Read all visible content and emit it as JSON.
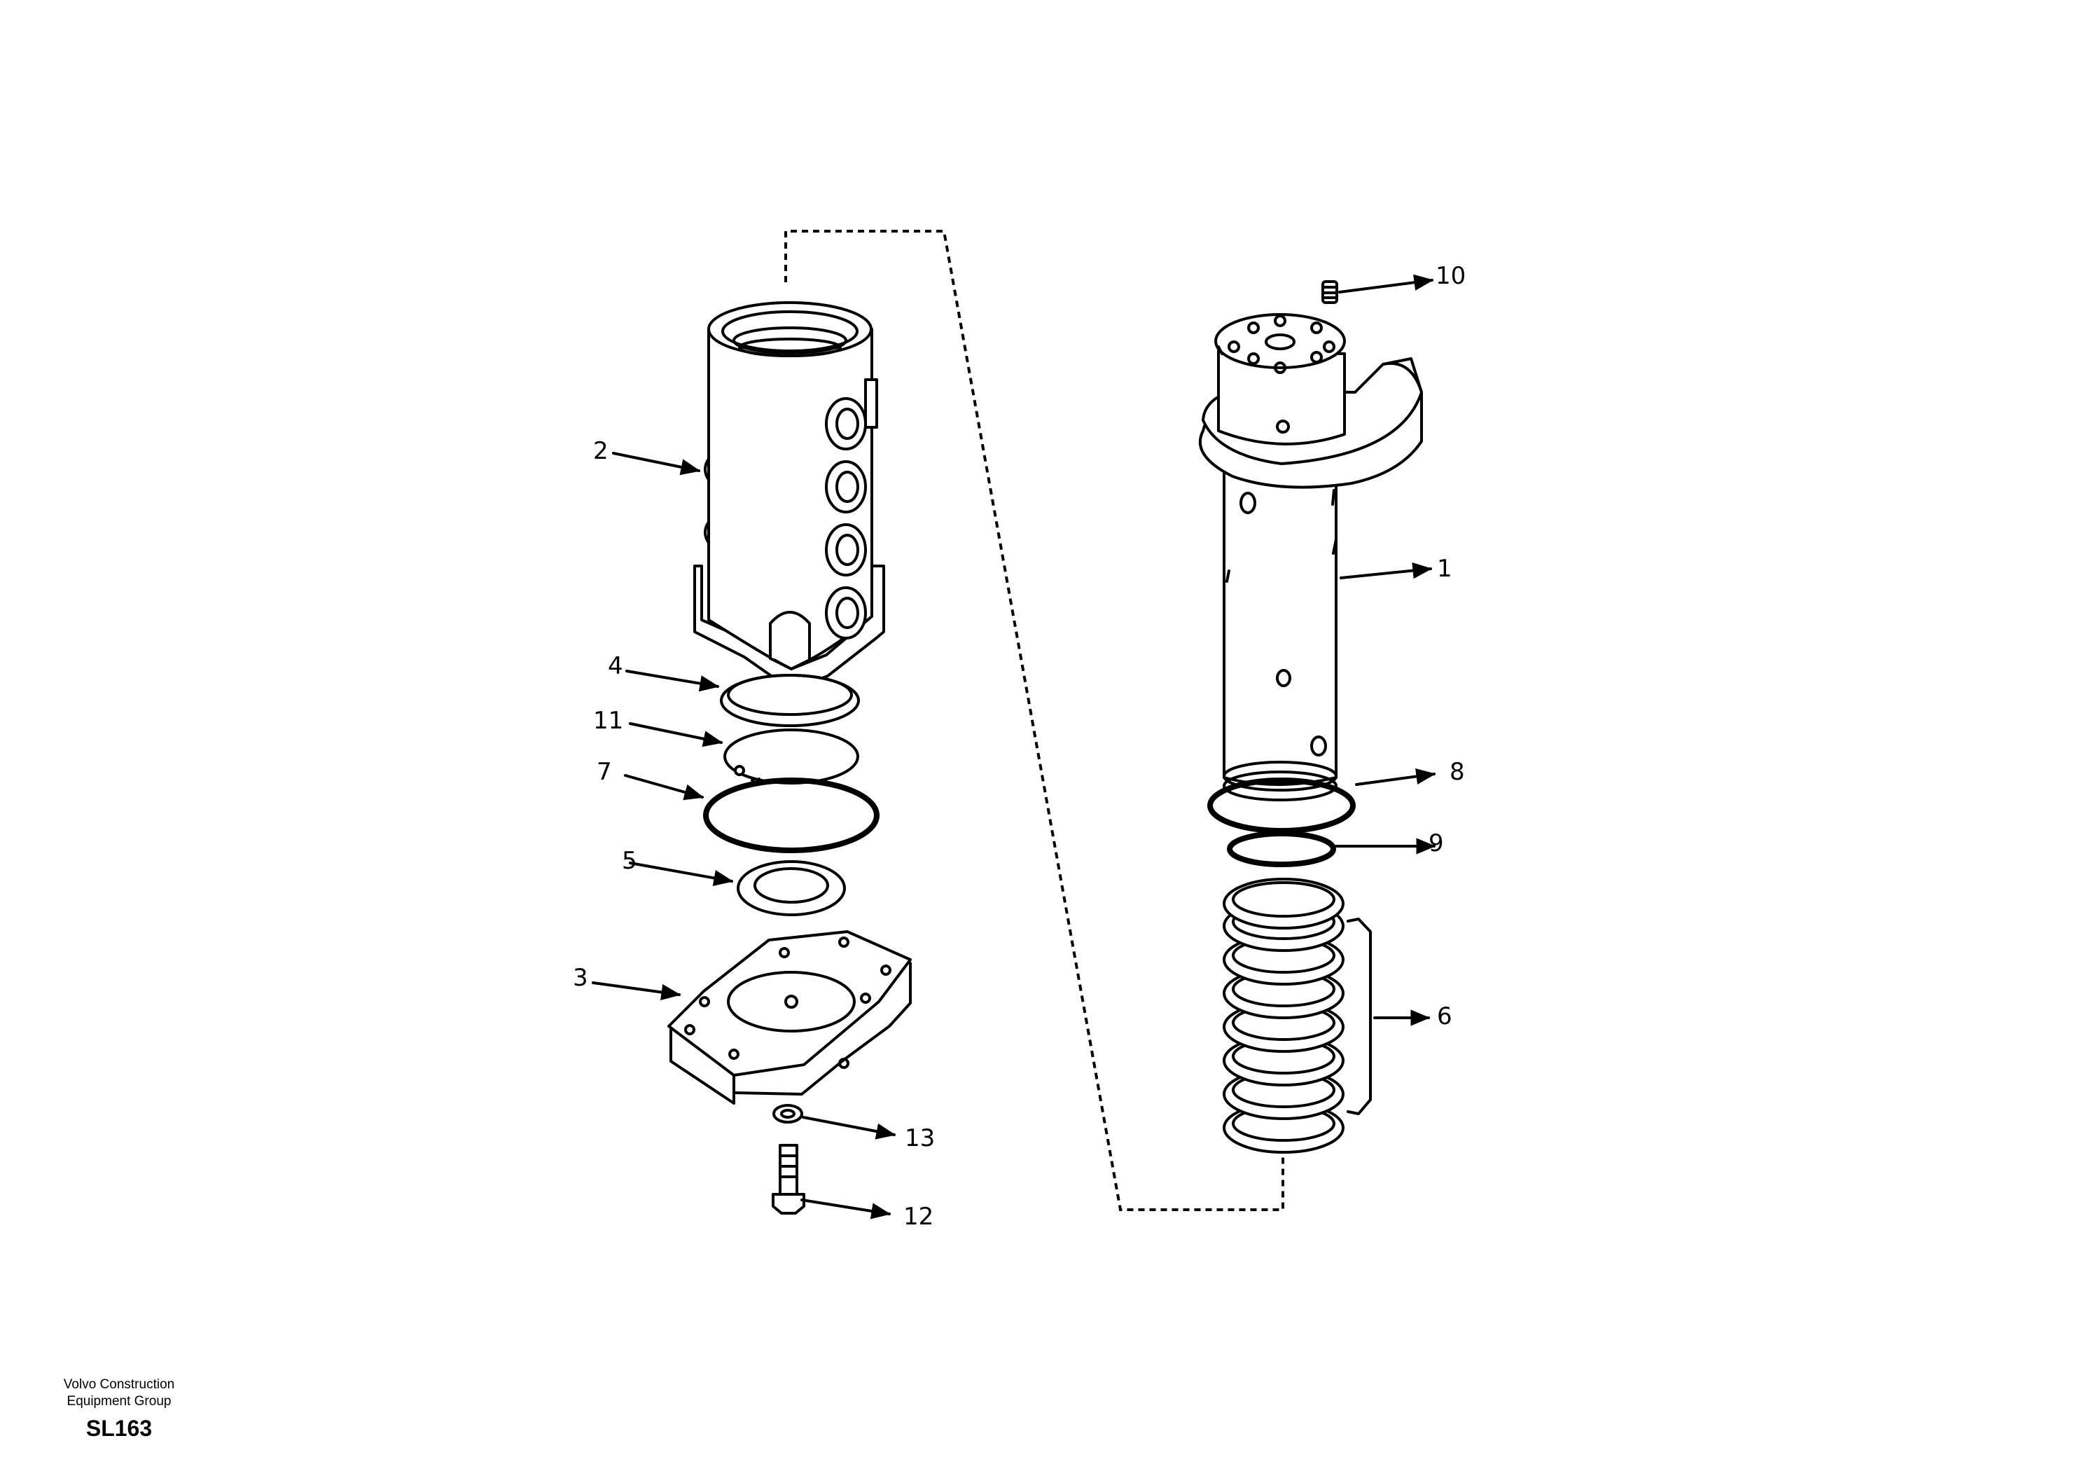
{
  "callouts": [
    {
      "id": "1",
      "label": "1"
    },
    {
      "id": "2",
      "label": "2"
    },
    {
      "id": "3",
      "label": "3"
    },
    {
      "id": "4",
      "label": "4"
    },
    {
      "id": "5",
      "label": "5"
    },
    {
      "id": "6",
      "label": "6"
    },
    {
      "id": "7",
      "label": "7"
    },
    {
      "id": "8",
      "label": "8"
    },
    {
      "id": "9",
      "label": "9"
    },
    {
      "id": "10",
      "label": "10"
    },
    {
      "id": "11",
      "label": "11"
    },
    {
      "id": "12",
      "label": "12"
    },
    {
      "id": "13",
      "label": "13"
    }
  ],
  "footer": {
    "line1": "Volvo Construction",
    "line2": "Equipment Group",
    "code": "SL163"
  }
}
